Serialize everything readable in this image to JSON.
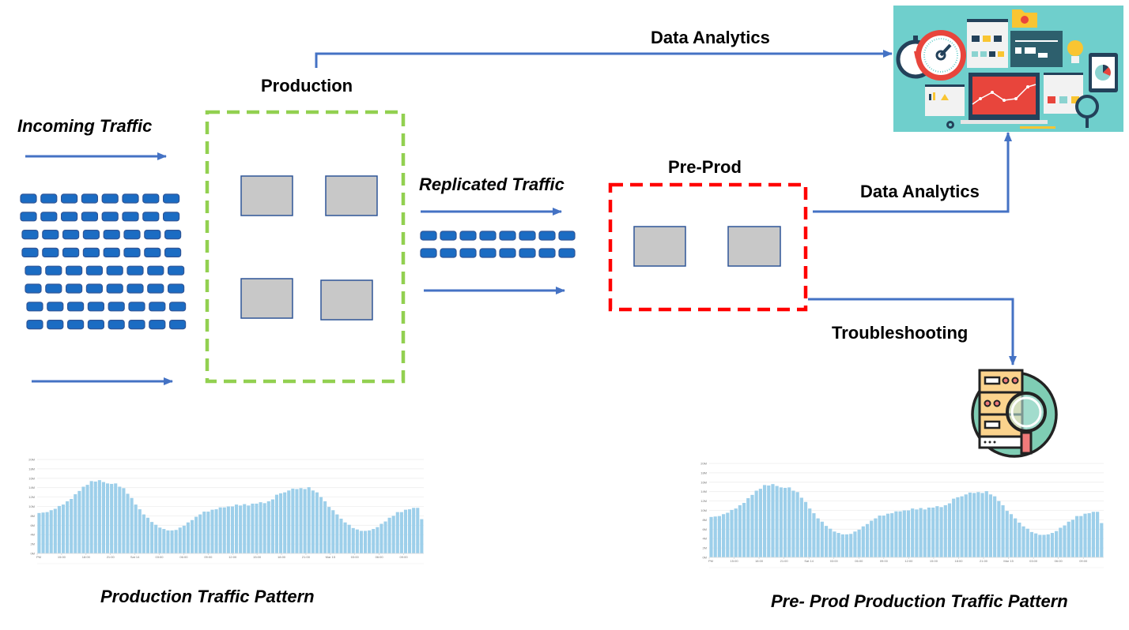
{
  "labels": {
    "incoming_traffic": "Incoming Traffic",
    "production": "Production",
    "replicated_traffic": "Replicated Traffic",
    "pre_prod": "Pre-Prod",
    "data_analytics_top": "Data Analytics",
    "data_analytics_right": "Data Analytics",
    "troubleshooting": "Troubleshooting",
    "production_pattern": "Production Traffic Pattern",
    "preprod_pattern": "Pre- Prod Production Traffic Pattern"
  },
  "colors": {
    "arrow": "#4472c4",
    "production_border": "#92d050",
    "preprod_border": "#ff0000",
    "server_fill": "#c8c8c8",
    "server_border": "#2f5597",
    "packet_fill": "#1b6cc3",
    "packet_border": "#2f5597",
    "bar_fill": "#9dcfea",
    "analytics_bg": "#6fcfcc"
  },
  "icons": {
    "analytics": "data-analytics-dashboard-icon",
    "troubleshooting": "server-magnifier-icon"
  },
  "chart_data": [
    {
      "type": "bar",
      "title": "Production Traffic Pattern",
      "xlabel": "",
      "ylabel": "",
      "ylim": [
        0,
        20
      ],
      "yticks": [
        "0M",
        "2M",
        "4M",
        "6M",
        "8M",
        "10M",
        "12M",
        "14M",
        "16M",
        "18M",
        "20M"
      ],
      "xticks": [
        "PM",
        "15:00",
        "18:00",
        "21:00",
        "Sat 14",
        "03:00",
        "06:00",
        "09:00",
        "12:00",
        "15:00",
        "18:00",
        "21:00",
        "Mar 15",
        "03:00",
        "06:00",
        "09:00"
      ],
      "grid": true,
      "unit": "M",
      "values": [
        8.6,
        8.7,
        8.8,
        9.2,
        9.5,
        10.1,
        10.4,
        11.1,
        11.6,
        12.6,
        13.3,
        14.2,
        14.6,
        15.4,
        15.3,
        15.6,
        15.2,
        14.9,
        14.8,
        14.9,
        14.2,
        13.9,
        12.7,
        11.8,
        10.4,
        9.4,
        8.3,
        7.6,
        6.7,
        6.1,
        5.5,
        5.2,
        4.9,
        4.9,
        5.0,
        5.5,
        5.9,
        6.6,
        7.1,
        7.8,
        8.3,
        8.9,
        8.9,
        9.3,
        9.4,
        9.8,
        9.8,
        10.0,
        10.0,
        10.4,
        10.2,
        10.5,
        10.2,
        10.6,
        10.6,
        10.9,
        10.7,
        11.1,
        11.5,
        12.5,
        12.8,
        13.0,
        13.4,
        13.8,
        13.7,
        13.9,
        13.7,
        14.1,
        13.4,
        13.0,
        12.0,
        11.1,
        9.9,
        9.2,
        8.3,
        7.4,
        6.6,
        6.1,
        5.4,
        5.1,
        4.8,
        4.8,
        4.9,
        5.2,
        5.6,
        6.3,
        6.8,
        7.6,
        8.0,
        8.8,
        8.8,
        9.3,
        9.4,
        9.7,
        9.7,
        7.3
      ]
    },
    {
      "type": "bar",
      "title": "Pre- Prod Production Traffic Pattern",
      "xlabel": "",
      "ylabel": "",
      "ylim": [
        0,
        20
      ],
      "yticks": [
        "0M",
        "2M",
        "4M",
        "6M",
        "8M",
        "10M",
        "12M",
        "14M",
        "16M",
        "18M",
        "20M"
      ],
      "xticks": [
        "PM",
        "15:00",
        "18:00",
        "21:00",
        "Sat 14",
        "03:00",
        "06:00",
        "09:00",
        "12:00",
        "15:00",
        "18:00",
        "21:00",
        "Mar 15",
        "03:00",
        "06:00",
        "09:00"
      ],
      "grid": true,
      "unit": "M",
      "values": [
        8.6,
        8.7,
        8.8,
        9.2,
        9.5,
        10.1,
        10.4,
        11.1,
        11.6,
        12.6,
        13.3,
        14.2,
        14.6,
        15.4,
        15.3,
        15.6,
        15.2,
        14.9,
        14.8,
        14.9,
        14.2,
        13.9,
        12.7,
        11.8,
        10.4,
        9.4,
        8.3,
        7.6,
        6.7,
        6.1,
        5.5,
        5.2,
        4.9,
        4.9,
        5.0,
        5.5,
        5.9,
        6.6,
        7.1,
        7.8,
        8.3,
        8.9,
        8.9,
        9.3,
        9.4,
        9.8,
        9.8,
        10.0,
        10.0,
        10.4,
        10.2,
        10.5,
        10.2,
        10.6,
        10.6,
        10.9,
        10.7,
        11.1,
        11.5,
        12.5,
        12.8,
        13.0,
        13.4,
        13.8,
        13.7,
        13.9,
        13.7,
        14.1,
        13.4,
        13.0,
        12.0,
        11.1,
        9.9,
        9.2,
        8.3,
        7.4,
        6.6,
        6.1,
        5.4,
        5.1,
        4.8,
        4.8,
        4.9,
        5.2,
        5.6,
        6.3,
        6.8,
        7.6,
        8.0,
        8.8,
        8.8,
        9.3,
        9.4,
        9.7,
        9.7,
        7.3
      ]
    }
  ]
}
